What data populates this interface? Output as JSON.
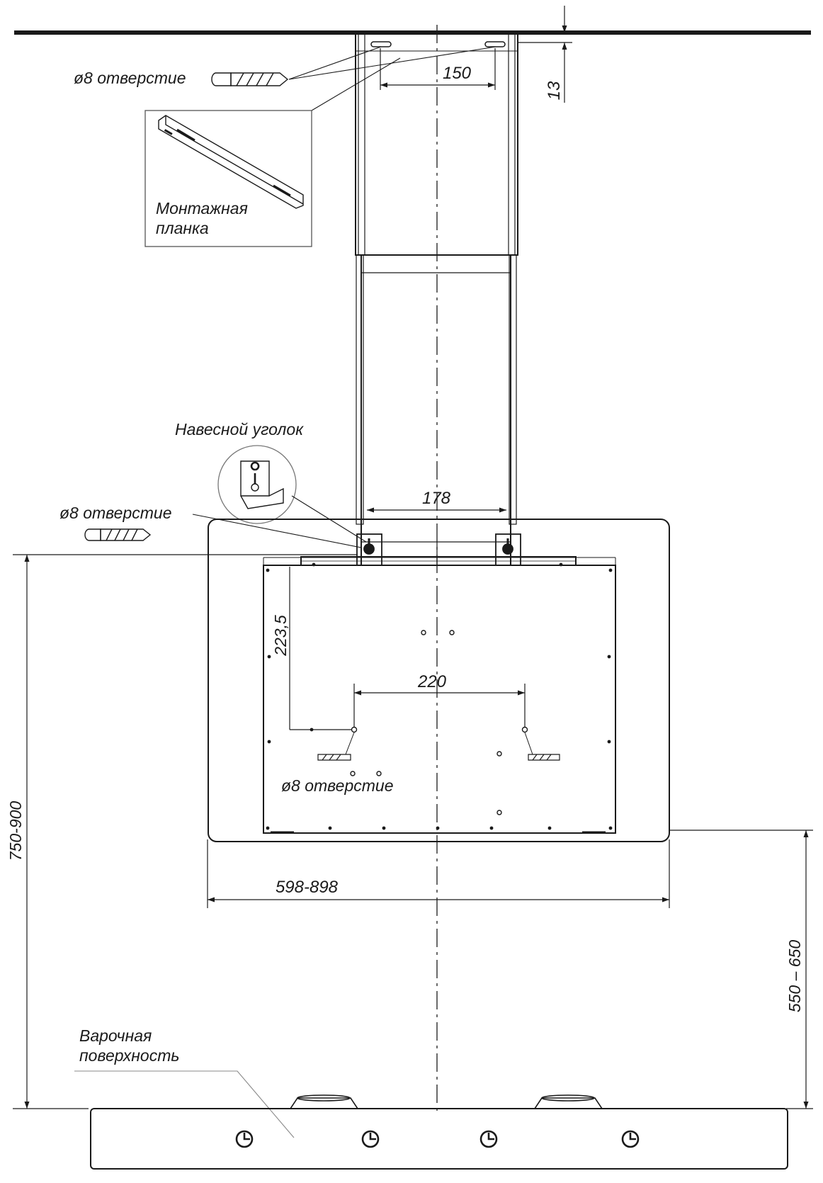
{
  "labels": {
    "hole_top": "ø8 отверстие",
    "hole_mid": "ø8 отверстие",
    "hole_bottom": "ø8 отверстие",
    "mounting_bar_line1": "Монтажная",
    "mounting_bar_line2": "планка",
    "hanging_bracket": "Навесной уголок",
    "hob_line1": "Варочная",
    "hob_line2": "поверхность"
  },
  "dimensions": {
    "top_holes_spacing": "150",
    "ceiling_offset": "13",
    "bracket_spacing": "178",
    "back_holes_height": "223,5",
    "back_holes_spacing": "220",
    "width_range": "598-898",
    "total_height_range": "750-900",
    "hob_clearance_range": "550 – 650"
  }
}
